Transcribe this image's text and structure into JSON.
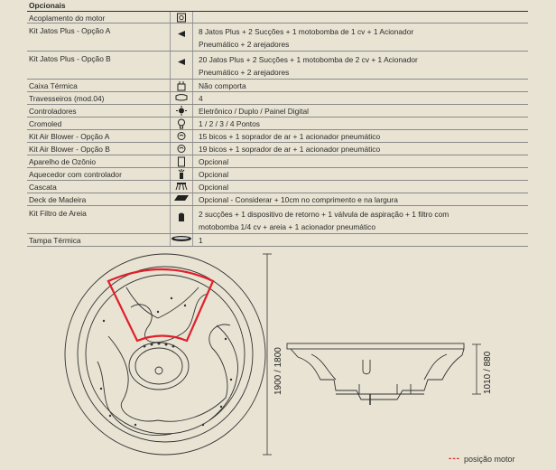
{
  "table": {
    "header": "Opcionais",
    "rows": [
      {
        "name": "Acoplamento do motor",
        "icon": "motor-coupling-icon",
        "desc": ""
      },
      {
        "name": "Kit Jatos Plus - Opção A",
        "icon": "jets-icon",
        "desc": "8 Jatos Plus + 2 Sucções + 1 motobomba de 1 cv + 1 Acionador",
        "desc2": "Pneumático + 2 arejadores"
      },
      {
        "name": "Kit Jatos Plus - Opção B",
        "icon": "jets-icon",
        "desc": "20 Jatos Plus + 2 Sucções + 1 motobomba de 2 cv + 1 Acionador",
        "desc2": "Pneumático + 2 arejadores"
      },
      {
        "name": "Caixa Térmica",
        "icon": "thermal-box-icon",
        "desc": "Não comporta"
      },
      {
        "name": "Travesseiros (mod.04)",
        "icon": "pillow-icon",
        "desc": "4"
      },
      {
        "name": "Controladores",
        "icon": "controller-icon",
        "desc": "Eletrônico / Duplo / Painel Digital"
      },
      {
        "name": "Cromoled",
        "icon": "light-bulb-icon",
        "desc": "1 / 2 / 3 / 4 Pontos"
      },
      {
        "name": "Kit Air Blower - Opção A",
        "icon": "air-blower-icon",
        "desc": "15 bicos + 1 soprador de ar + 1 acionador pneumático"
      },
      {
        "name": "Kit Air Blower - Opção B",
        "icon": "air-blower-icon",
        "desc": "19 bicos + 1 soprador de ar + 1 acionador pneumático"
      },
      {
        "name": "Aparelho de Ozônio",
        "icon": "ozone-device-icon",
        "desc": "Opcional"
      },
      {
        "name": "Aquecedor com controlador",
        "icon": "heater-icon",
        "desc": "Opcional"
      },
      {
        "name": "Cascata",
        "icon": "waterfall-icon",
        "desc": "Opcional"
      },
      {
        "name": "Deck de Madeira",
        "icon": "wood-deck-icon",
        "desc": "Opcional - Considerar + 10cm no comprimento e na largura"
      },
      {
        "name": "Kit Filtro de Areia",
        "icon": "sand-filter-icon",
        "desc": "2 sucções + 1 dispositivo de retorno + 1 válvula de aspiração + 1 filtro com",
        "desc2": "motobomba 1/4 cv + areia + 1 acionador pneumático"
      },
      {
        "name": "Tampa Térmica",
        "icon": "thermal-cover-icon",
        "desc": "1"
      }
    ]
  },
  "dimensions": {
    "diameter": "1900 / 1800",
    "height": "1010 / 880"
  },
  "legend": {
    "dash": "---",
    "label": "posição motor",
    "color": "#e0202a"
  }
}
